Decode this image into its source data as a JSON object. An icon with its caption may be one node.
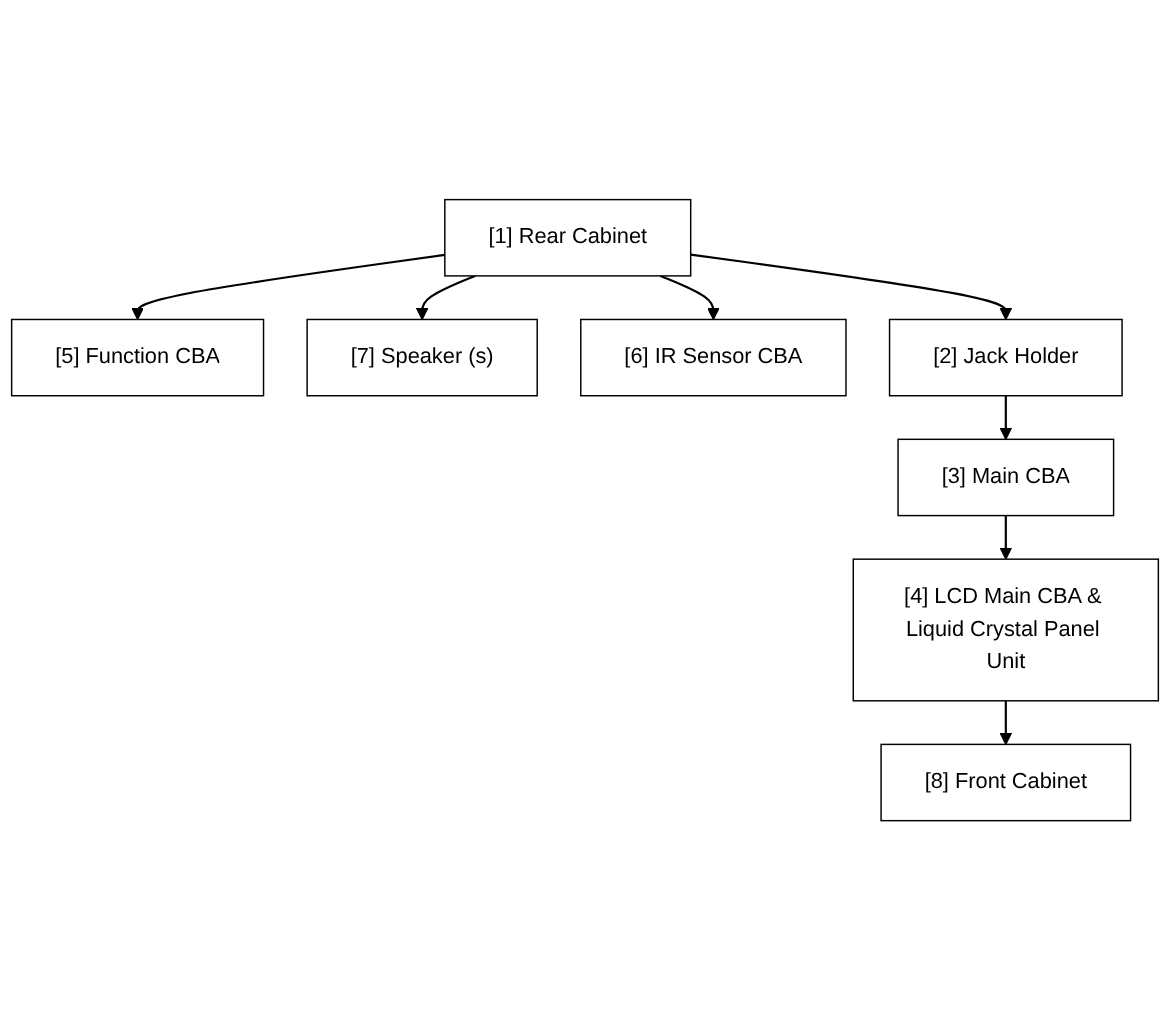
{
  "diagram": {
    "nodes": [
      {
        "text": [
          "[5] Function CBA"
        ]
      },
      {
        "text": [
          "[7] Speaker (s)"
        ]
      },
      {
        "text": [
          "[1] Rear Cabinet"
        ]
      },
      {
        "text": [
          "[6] IR Sensor CBA"
        ]
      },
      {
        "text": [
          "[2] Jack Holder"
        ]
      },
      {
        "text": [
          "[3] Main CBA"
        ]
      },
      {
        "text": [
          "[4] LCD Main CBA & Liquid Crystal Panel Unit"
        ]
      },
      {
        "text": [
          "[8] Front Cabinet"
        ]
      }
    ],
    "edges": [
      {
        "from": 2,
        "to": 0,
        "arrow": "to"
      },
      {
        "from": 2,
        "to": 1,
        "arrow": "to"
      },
      {
        "from": 2,
        "to": 3,
        "arrow": "to"
      },
      {
        "from": 2,
        "to": 4,
        "arrow": "to"
      },
      {
        "from": 4,
        "to": 5,
        "arrow": "to"
      },
      {
        "from": 5,
        "to": 6,
        "arrow": "to"
      },
      {
        "from": 6,
        "to": 7,
        "arrow": "to"
      }
    ]
  }
}
